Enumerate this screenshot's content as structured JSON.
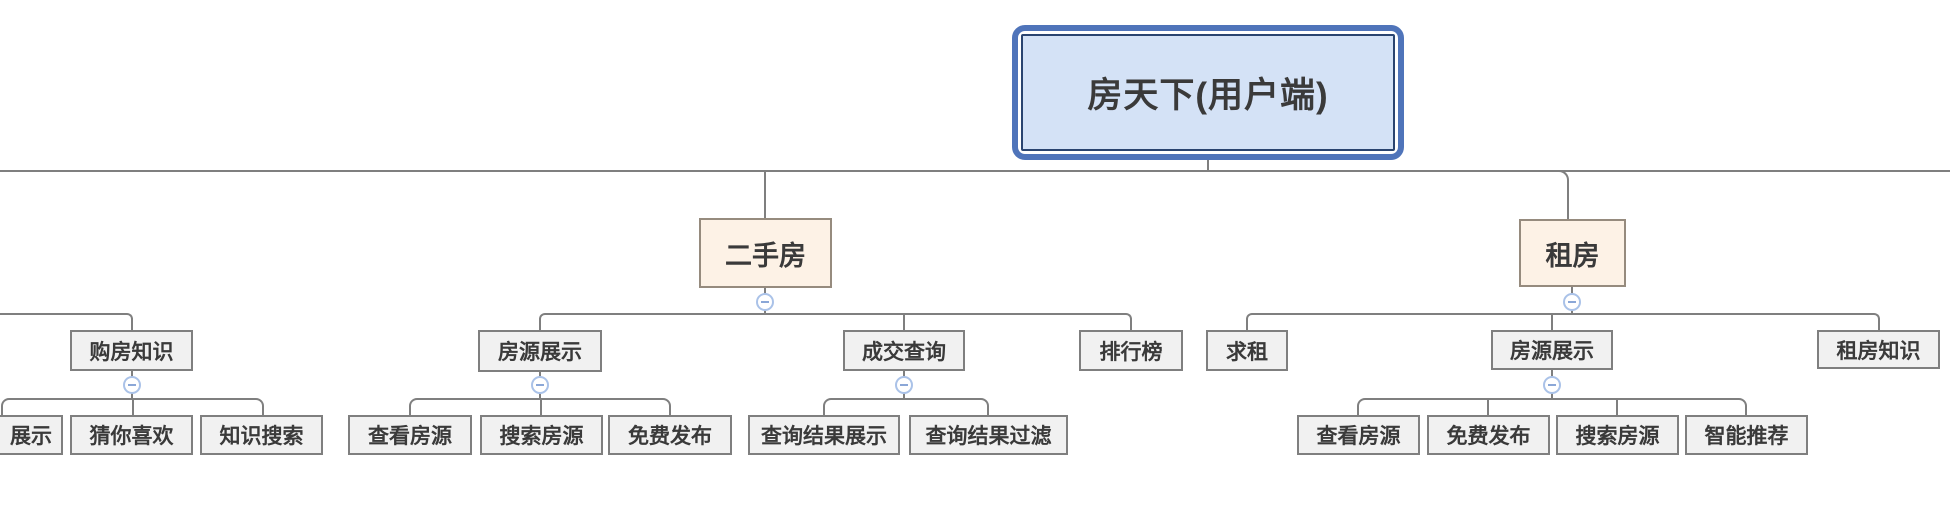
{
  "diagram": {
    "nodes": {
      "root": "房天下(用户端)",
      "ershoufang": "二手房",
      "zufang": "租房",
      "goufang_zhishi": "购房知识",
      "fangyuan_zhanshi_esf": "房源展示",
      "chengjiao_chaxun": "成交查询",
      "paihangbang": "排行榜",
      "qiuzu": "求租",
      "fangyuan_zhanshi_zf": "房源展示",
      "zufang_zhishi": "租房知识",
      "zhanshi_clipped": "展示",
      "cai_ni_xihuan": "猜你喜欢",
      "zhishi_sousuo": "知识搜索",
      "chakan_fangyuan_esf": "查看房源",
      "sousuo_fangyuan_esf": "搜索房源",
      "mianfei_fabu_esf": "免费发布",
      "chaxun_jieguo_zhanshi": "查询结果展示",
      "chaxun_jieguo_guolv": "查询结果过滤",
      "chakan_fangyuan_zf": "查看房源",
      "mianfei_fabu_zf": "免费发布",
      "sousuo_fangyuan_zf": "搜索房源",
      "zhineng_tuijian": "智能推荐"
    },
    "icons": {
      "collapse": "minus-circle"
    },
    "colors": {
      "background": "#ffffff",
      "root_fill": "#d4e2f6",
      "root_border_outer": "#4f74ba",
      "root_border_inner": "#2a4470",
      "branch_fill": "#fdf2e6",
      "branch_border": "#968b7e",
      "leaf_fill": "#f1f1f1",
      "leaf_border": "#7f7f7f",
      "connector": "#7f7f7f",
      "collapse_ring": "#aac2e8",
      "collapse_minus": "#8ba7d7",
      "text": "#3a3a3a"
    }
  }
}
